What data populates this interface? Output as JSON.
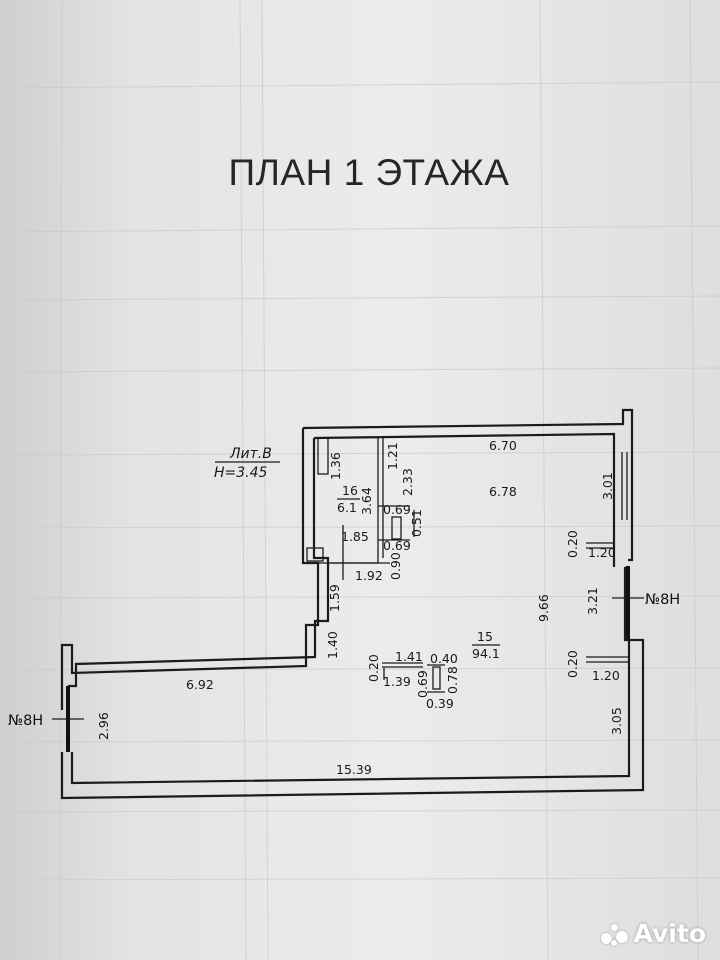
{
  "title": "ПЛАН 1 ЭТАЖА",
  "building": {
    "lit": "Лит.В",
    "height": "Н=3.45"
  },
  "rooms": [
    {
      "number": "16",
      "area": "6.1"
    },
    {
      "number": "15",
      "area": "94.1"
    }
  ],
  "dimensions": {
    "top_wall": "6.70",
    "room_width": "6.78",
    "right_top": "3.01",
    "right_mid": "3.21",
    "right_bottom": "3.05",
    "depth": "9.66",
    "left_wing": "6.92",
    "left_end": "2.96",
    "bottom": "15.39",
    "s_136": "1.36",
    "s_121": "1.21",
    "s_233": "2.33",
    "s_364": "3.64",
    "s_069a": "0.69",
    "s_051": "0.51",
    "s_069b": "0.69",
    "s_185": "1.85",
    "s_090": "0.90",
    "s_192": "1.92",
    "s_159": "1.59",
    "s_140": "1.40",
    "col_141": "1.41",
    "col_040": "0.40",
    "col_020": "0.20",
    "col_139": "1.39",
    "col_069": "0.69",
    "col_078": "0.78",
    "col_039": "0.39",
    "pier_020a": "0.20",
    "pier_120a": "1.20",
    "pier_020b": "0.20",
    "pier_120b": "1.20"
  },
  "section_marks": {
    "right": "№8Н",
    "left": "№8Н"
  },
  "watermark": "Avito"
}
